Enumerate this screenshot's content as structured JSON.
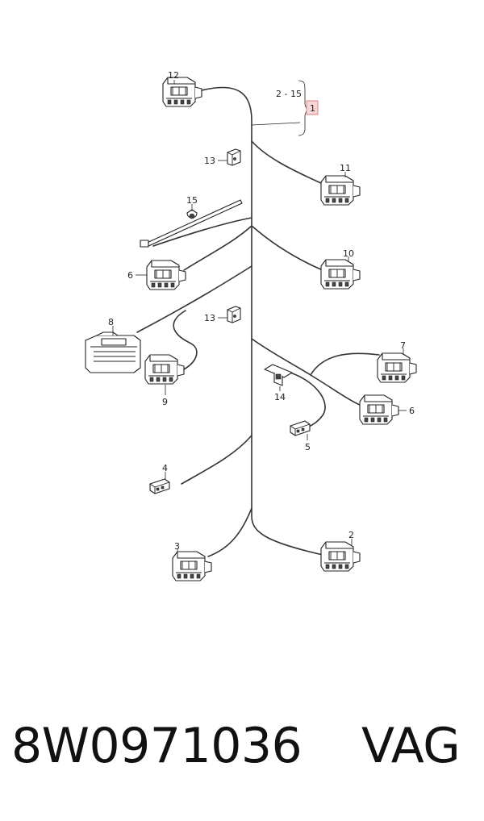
{
  "callouts": {
    "c1": "1",
    "c2_15": "2 - 15",
    "c2": "2",
    "c3": "3",
    "c4": "4",
    "c5": "5",
    "c6a": "6",
    "c6b": "6",
    "c7": "7",
    "c8": "8",
    "c9": "9",
    "c10": "10",
    "c11": "11",
    "c12": "12",
    "c13a": "13",
    "c13b": "13",
    "c14": "14",
    "c15": "15"
  },
  "caption": {
    "part_number": "8W0971036",
    "brand": "VAG"
  },
  "colors": {
    "line": "#222222",
    "highlight_fill": "#f7d6d6",
    "highlight_stroke": "#d98080"
  }
}
